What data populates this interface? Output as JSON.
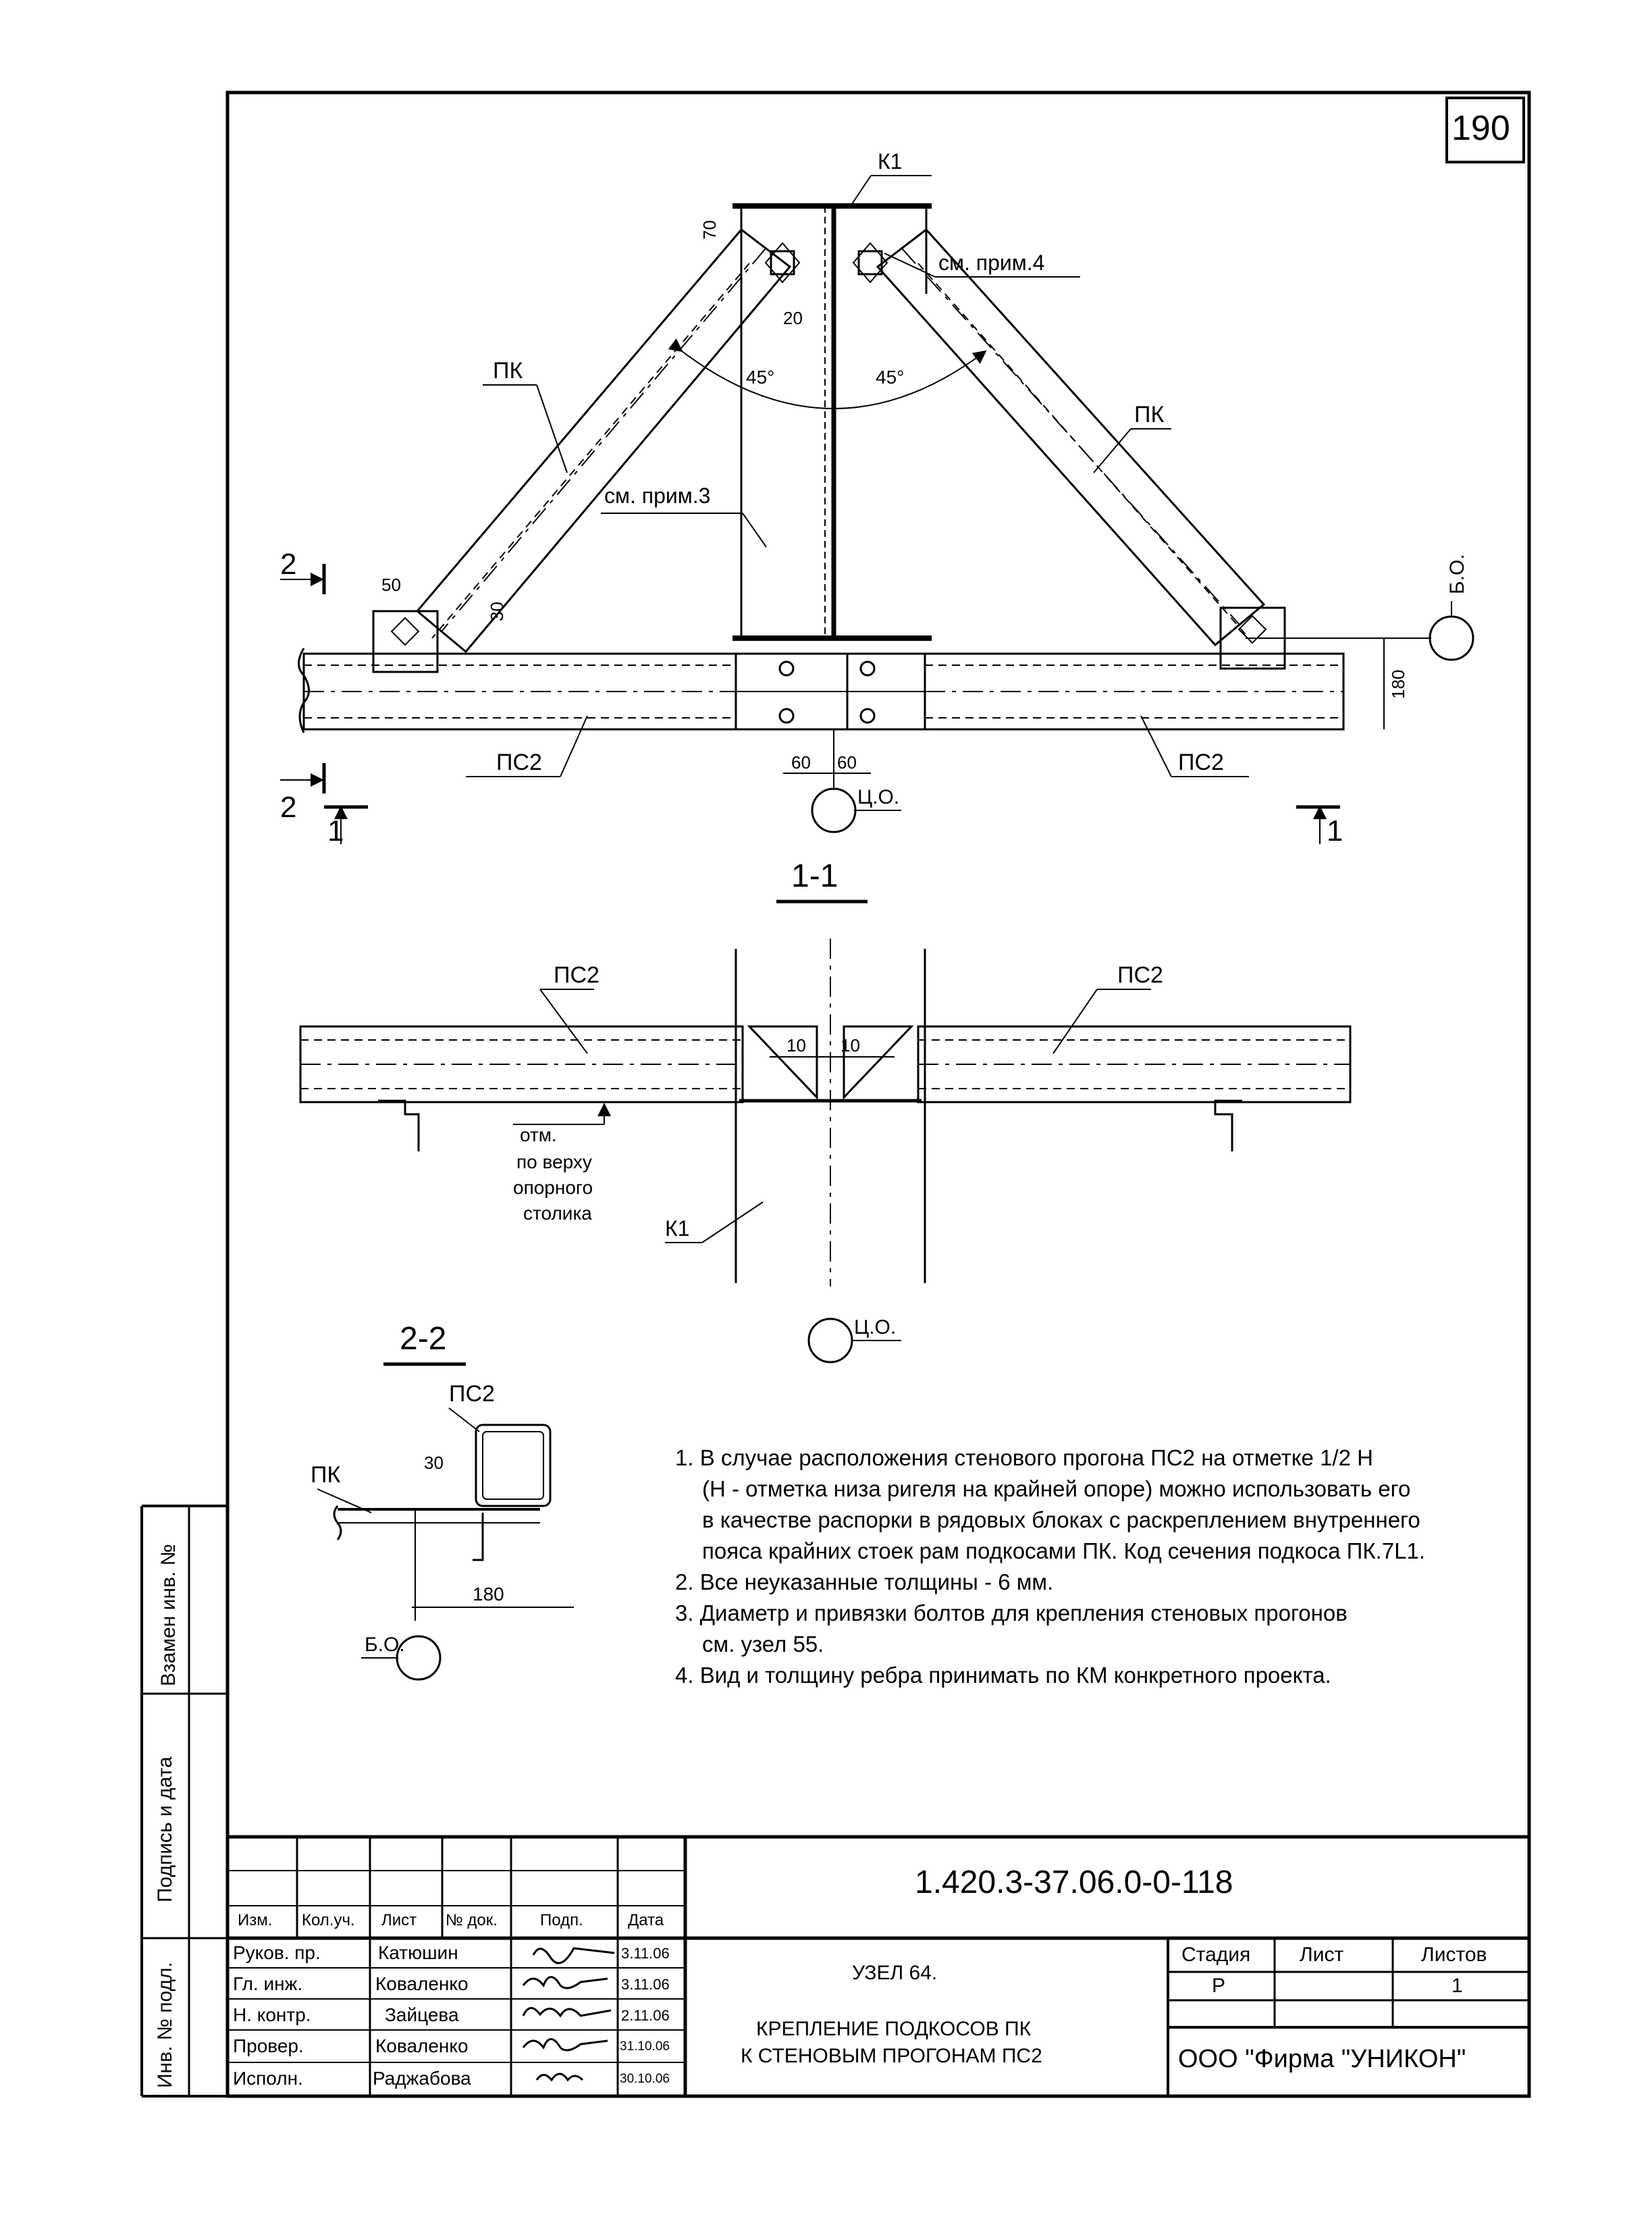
{
  "sheet": {
    "number": "190",
    "code": "1.420.3-37.06.0-0-118"
  },
  "main_view": {
    "labels": {
      "k1": "К1",
      "pk_left": "ПК",
      "pk_right": "ПК",
      "ps2_left": "ПС2",
      "ps2_right": "ПС2",
      "see_note4": "см. прим.4",
      "see_note3": "см. прим.3",
      "bo": "Б.О.",
      "co": "Ц.О.",
      "sec2_top": "2",
      "sec2_bottom": "2",
      "sec1_left": "1",
      "sec1_right": "1"
    },
    "dims": {
      "d70": "70",
      "d20": "20",
      "angle_left": "45°",
      "angle_right": "45°",
      "d50": "50",
      "d30": "30",
      "d180": "180",
      "d60a": "60",
      "d60b": "60"
    }
  },
  "section_1_1": {
    "title": "1-1",
    "labels": {
      "ps2_left": "ПС2",
      "ps2_right": "ПС2",
      "k1": "К1",
      "co": "Ц.О.",
      "otm": "отм.",
      "otm2": "по верху",
      "otm3": "опорного",
      "otm4": "столика"
    },
    "dims": {
      "d10a": "10",
      "d10b": "10"
    }
  },
  "section_2_2": {
    "title": "2-2",
    "labels": {
      "ps2": "ПС2",
      "pk": "ПК",
      "bo": "Б.О."
    },
    "dims": {
      "d30": "30",
      "d180": "180"
    }
  },
  "notes": [
    "1. В случае расположения стенового прогона ПС2 на отметке 1/2 Н",
    "(Н - отметка низа ригеля на крайней опоре)  можно использовать его",
    "в качестве распорки в рядовых блоках с раскреплением внутреннего",
    "пояса крайних стоек рам подкосами ПК. Код сечения подкоса ПК.7L1.",
    "2. Все неуказанные толщины - 6 мм.",
    "3. Диаметр и привязки болтов для крепления  стеновых прогонов",
    "см. узел 55.",
    "4. Вид и толщину ребра принимать по КМ конкретного проекта."
  ],
  "side_stamp": {
    "swap": "Взамен инв. №",
    "sign": "Подпись и дата",
    "inv": "Инв. № подл."
  },
  "title_block": {
    "headers": [
      "Изм.",
      "Кол.уч.",
      "Лист",
      "№ док.",
      "Подп.",
      "Дата"
    ],
    "rows": [
      {
        "role": "Руков. пр.",
        "name": "Катюшин",
        "date": "3.11.06"
      },
      {
        "role": "Гл. инж.",
        "name": "Коваленко",
        "date": "3.11.06"
      },
      {
        "role": "Н. контр.",
        "name": "Зайцева",
        "date": "2.11.06"
      },
      {
        "role": "Провер.",
        "name": "Коваленко",
        "date": "31.10.06"
      },
      {
        "role": "Исполн.",
        "name": "Раджабова",
        "date": "30.10.06"
      }
    ],
    "title_line1": "УЗЕЛ 64.",
    "title_line2": "КРЕПЛЕНИЕ ПОДКОСОВ ПК",
    "title_line3": "К СТЕНОВЫМ ПРОГОНАМ ПС2",
    "stage_header": "Стадия",
    "sheet_header": "Лист",
    "sheets_header": "Листов",
    "stage_value": "Р",
    "sheet_value": "",
    "sheets_value": "1",
    "company": "ООО  \"Фирма \"УНИКОН\""
  }
}
